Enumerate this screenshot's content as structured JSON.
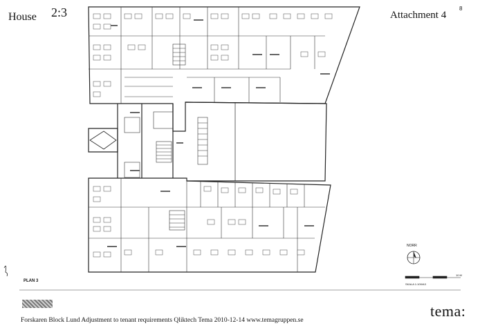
{
  "header": {
    "house_label": "House",
    "sheet_number": "2:3",
    "attachment_label": "Attachment 4",
    "page_number": "8"
  },
  "drawing": {
    "plan_label": "PLAN 3",
    "north_label": "NORR",
    "scale_label": "SKALA 1:100/A3",
    "scale_max": "10 M"
  },
  "footer": {
    "caption": "Forskaren Block Lund Adjustment to tenant requirements Qliktech Tema 2010-12-14 www.temagruppen.se",
    "logo": "tema:"
  }
}
